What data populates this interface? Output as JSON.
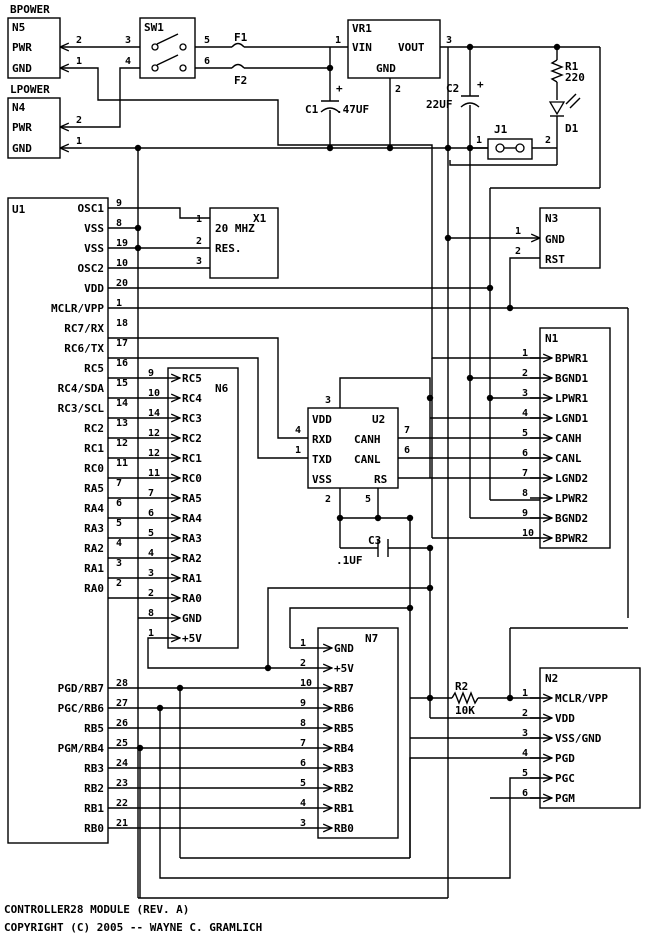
{
  "components": {
    "n5": {
      "title": "BPOWER",
      "ref": "N5",
      "pins": [
        "PWR",
        "GND"
      ],
      "nums": [
        "2",
        "1"
      ]
    },
    "n4": {
      "title": "LPOWER",
      "ref": "N4",
      "pins": [
        "PWR",
        "GND"
      ],
      "nums": [
        "2",
        "1"
      ]
    },
    "sw1": {
      "ref": "SW1",
      "nums": [
        "3",
        "4",
        "5",
        "6"
      ]
    },
    "f1": "F1",
    "f2": "F2",
    "vr1": {
      "ref": "VR1",
      "vin": "VIN",
      "vout": "VOUT",
      "gnd": "GND",
      "nums": [
        "1",
        "3",
        "2"
      ]
    },
    "c1": {
      "ref": "C1",
      "value": ".47UF",
      "plus": "+"
    },
    "c2": {
      "ref": "C2",
      "value": "22UF",
      "plus": "+"
    },
    "r1": {
      "ref": "R1",
      "value": "220"
    },
    "d1": "D1",
    "j1": {
      "ref": "J1",
      "nums": [
        "1",
        "2"
      ]
    },
    "x1": {
      "ref": "X1",
      "freq": "20 MHZ",
      "res": "RES.",
      "nums": [
        "1",
        "2",
        "3"
      ]
    },
    "n3": {
      "ref": "N3",
      "pins": [
        "GND",
        "RST"
      ],
      "nums": [
        "1",
        "2"
      ]
    },
    "u1": {
      "ref": "U1",
      "pins": [
        "OSC1",
        "VSS",
        "VSS",
        "OSC2",
        "VDD",
        "MCLR/VPP",
        "RC7/RX",
        "RC6/TX",
        "RC5",
        "RC4/SDA",
        "RC3/SCL",
        "RC2",
        "RC1",
        "RC0",
        "RA5",
        "RA4",
        "RA3",
        "RA2",
        "RA1",
        "RA0",
        "PGD/RB7",
        "PGC/RB6",
        "RB5",
        "PGM/RB4",
        "RB3",
        "RB2",
        "RB1",
        "RB0"
      ],
      "nums": [
        "9",
        "8",
        "19",
        "10",
        "20",
        "1",
        "18",
        "17",
        "16",
        "15",
        "14",
        "13",
        "12",
        "11",
        "7",
        "6",
        "5",
        "4",
        "3",
        "2",
        "28",
        "27",
        "26",
        "25",
        "24",
        "23",
        "22",
        "21"
      ]
    },
    "n6": {
      "ref": "N6",
      "pins": [
        "RC5",
        "RC4",
        "RC3",
        "RC2",
        "RC1",
        "RC0",
        "RA5",
        "RA4",
        "RA3",
        "RA2",
        "RA1",
        "RA0",
        "GND",
        "+5V"
      ],
      "nums": [
        "9",
        "10",
        "14",
        "12",
        "12",
        "11",
        "7",
        "6",
        "5",
        "4",
        "3",
        "2",
        "8",
        "1"
      ]
    },
    "u2": {
      "ref": "U2",
      "vdd": "VDD",
      "rxd": "RXD",
      "txd": "TXD",
      "vss": "VSS",
      "canh": "CANH",
      "canl": "CANL",
      "rs": "RS",
      "nums": [
        "3",
        "4",
        "1",
        "7",
        "6",
        "2",
        "5"
      ]
    },
    "c3": {
      "ref": "C3",
      "value": ".1UF"
    },
    "n1": {
      "ref": "N1",
      "pins": [
        "BPWR1",
        "BGND1",
        "LPWR1",
        "LGND1",
        "CANH",
        "CANL",
        "LGND2",
        "LPWR2",
        "BGND2",
        "BPWR2"
      ],
      "nums": [
        "1",
        "2",
        "3",
        "4",
        "5",
        "6",
        "7",
        "8",
        "9",
        "10"
      ]
    },
    "n7": {
      "ref": "N7",
      "pins": [
        "GND",
        "+5V",
        "RB7",
        "RB6",
        "RB5",
        "RB4",
        "RB3",
        "RB2",
        "RB1",
        "RB0"
      ],
      "nums": [
        "1",
        "2",
        "10",
        "9",
        "8",
        "7",
        "6",
        "5",
        "4",
        "3"
      ]
    },
    "r2": {
      "ref": "R2",
      "value": "10K"
    },
    "n2": {
      "ref": "N2",
      "pins": [
        "MCLR/VPP",
        "VDD",
        "VSS/GND",
        "PGD",
        "PGC",
        "PGM"
      ],
      "nums": [
        "1",
        "2",
        "3",
        "4",
        "5",
        "6"
      ]
    }
  },
  "footer": {
    "line1": "CONTROLLER28 MODULE (REV. A)",
    "line2": "COPYRIGHT (C) 2005 -- WAYNE C. GRAMLICH"
  }
}
